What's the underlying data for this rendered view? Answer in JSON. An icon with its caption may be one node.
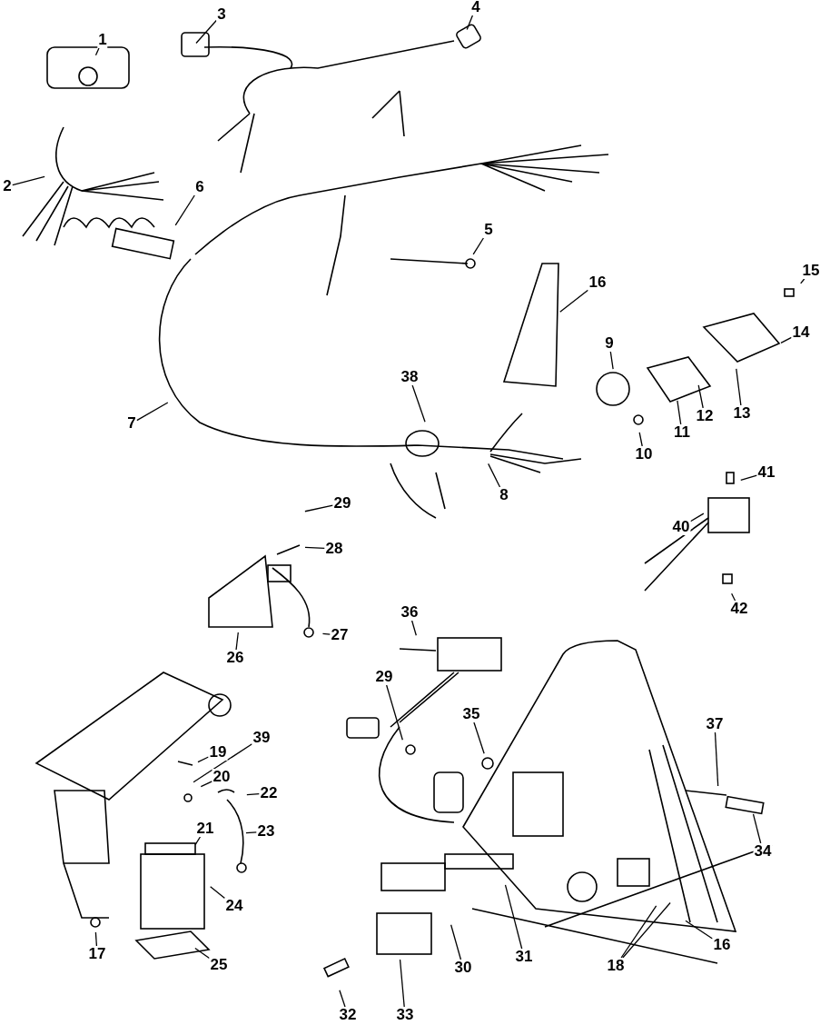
{
  "diagram": {
    "nodes": [
      {
        "text": [
          "1"
        ]
      },
      {
        "text": [
          "2"
        ]
      },
      {
        "text": [
          "3"
        ]
      },
      {
        "text": [
          "4"
        ]
      },
      {
        "text": [
          "5"
        ]
      },
      {
        "text": [
          "6"
        ]
      },
      {
        "text": [
          "7"
        ]
      },
      {
        "text": [
          "8"
        ]
      },
      {
        "text": [
          "9"
        ]
      },
      {
        "text": [
          "10"
        ]
      },
      {
        "text": [
          "11"
        ]
      },
      {
        "text": [
          "12"
        ]
      },
      {
        "text": [
          "13"
        ]
      },
      {
        "text": [
          "14"
        ]
      },
      {
        "text": [
          "15"
        ]
      },
      {
        "text": [
          "16"
        ]
      },
      {
        "text": [
          "16"
        ]
      },
      {
        "text": [
          "17"
        ]
      },
      {
        "text": [
          "18"
        ]
      },
      {
        "text": [
          "19"
        ]
      },
      {
        "text": [
          "20"
        ]
      },
      {
        "text": [
          "21"
        ]
      },
      {
        "text": [
          "22"
        ]
      },
      {
        "text": [
          "23"
        ]
      },
      {
        "text": [
          "24"
        ]
      },
      {
        "text": [
          "25"
        ]
      },
      {
        "text": [
          "26"
        ]
      },
      {
        "text": [
          "27"
        ]
      },
      {
        "text": [
          "28"
        ]
      },
      {
        "text": [
          "29"
        ]
      },
      {
        "text": [
          "29"
        ]
      },
      {
        "text": [
          "30"
        ]
      },
      {
        "text": [
          "31"
        ]
      },
      {
        "text": [
          "32"
        ]
      },
      {
        "text": [
          "33"
        ]
      },
      {
        "text": [
          "34"
        ]
      },
      {
        "text": [
          "35"
        ]
      },
      {
        "text": [
          "36"
        ]
      },
      {
        "text": [
          "37"
        ]
      },
      {
        "text": [
          "38"
        ]
      },
      {
        "text": [
          "39"
        ]
      },
      {
        "text": [
          "40"
        ]
      },
      {
        "text": [
          "41"
        ]
      },
      {
        "text": [
          "42"
        ]
      }
    ],
    "edges": [
      {
        "from": 0,
        "to": null,
        "arrow": "none"
      },
      {
        "from": 1,
        "to": null,
        "arrow": "none"
      },
      {
        "from": 2,
        "to": null,
        "arrow": "none"
      },
      {
        "from": 3,
        "to": null,
        "arrow": "none"
      },
      {
        "from": 4,
        "to": null,
        "arrow": "none"
      },
      {
        "from": 5,
        "to": null,
        "arrow": "none"
      },
      {
        "from": 6,
        "to": null,
        "arrow": "none"
      },
      {
        "from": 7,
        "to": null,
        "arrow": "none"
      },
      {
        "from": 8,
        "to": null,
        "arrow": "none"
      },
      {
        "from": 9,
        "to": null,
        "arrow": "none"
      },
      {
        "from": 10,
        "to": null,
        "arrow": "none"
      },
      {
        "from": 11,
        "to": null,
        "arrow": "none"
      },
      {
        "from": 12,
        "to": null,
        "arrow": "none"
      },
      {
        "from": 13,
        "to": null,
        "arrow": "none"
      },
      {
        "from": 14,
        "to": null,
        "arrow": "none"
      },
      {
        "from": 15,
        "to": null,
        "arrow": "none"
      },
      {
        "from": 16,
        "to": null,
        "arrow": "none"
      },
      {
        "from": 17,
        "to": null,
        "arrow": "none"
      },
      {
        "from": 18,
        "to": null,
        "arrow": "none"
      },
      {
        "from": 18,
        "to": null,
        "arrow": "none"
      },
      {
        "from": 19,
        "to": null,
        "arrow": "none"
      },
      {
        "from": 20,
        "to": null,
        "arrow": "none"
      },
      {
        "from": 21,
        "to": null,
        "arrow": "none"
      },
      {
        "from": 22,
        "to": null,
        "arrow": "none"
      },
      {
        "from": 23,
        "to": null,
        "arrow": "none"
      },
      {
        "from": 24,
        "to": null,
        "arrow": "none"
      },
      {
        "from": 25,
        "to": null,
        "arrow": "none"
      },
      {
        "from": 26,
        "to": null,
        "arrow": "none"
      },
      {
        "from": 27,
        "to": null,
        "arrow": "none"
      },
      {
        "from": 28,
        "to": null,
        "arrow": "none"
      },
      {
        "from": 29,
        "to": null,
        "arrow": "none"
      },
      {
        "from": 30,
        "to": null,
        "arrow": "none"
      },
      {
        "from": 31,
        "to": null,
        "arrow": "none"
      },
      {
        "from": 32,
        "to": null,
        "arrow": "none"
      },
      {
        "from": 33,
        "to": null,
        "arrow": "none"
      },
      {
        "from": 34,
        "to": null,
        "arrow": "none"
      },
      {
        "from": 35,
        "to": null,
        "arrow": "none"
      },
      {
        "from": 36,
        "to": null,
        "arrow": "none"
      },
      {
        "from": 37,
        "to": null,
        "arrow": "none"
      },
      {
        "from": 38,
        "to": null,
        "arrow": "none"
      },
      {
        "from": 39,
        "to": null,
        "arrow": "none"
      },
      {
        "from": 40,
        "to": null,
        "arrow": "none"
      },
      {
        "from": 41,
        "to": null,
        "arrow": "none"
      },
      {
        "from": 42,
        "to": null,
        "arrow": "none"
      },
      {
        "from": 43,
        "to": null,
        "arrow": "none"
      }
    ]
  }
}
